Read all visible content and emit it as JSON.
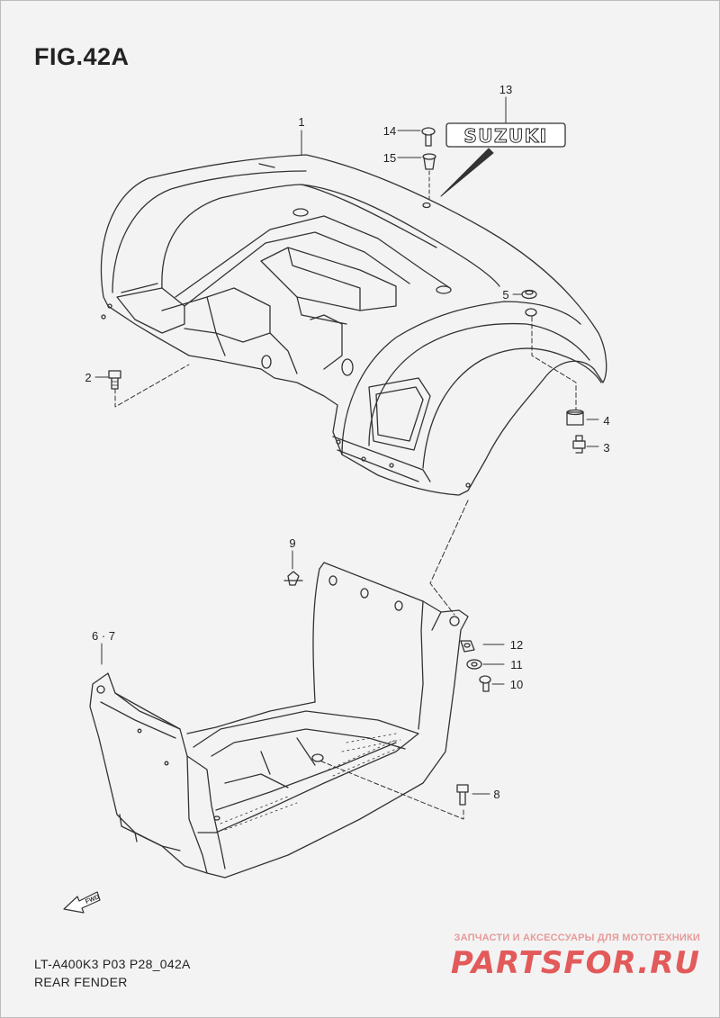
{
  "figure": {
    "title": "FIG.42A"
  },
  "emblem_text": "SUZUKI",
  "fwd_label": "FWD",
  "callouts": [
    {
      "id": "c1",
      "label": "1"
    },
    {
      "id": "c2",
      "label": "2"
    },
    {
      "id": "c3",
      "label": "3"
    },
    {
      "id": "c4",
      "label": "4"
    },
    {
      "id": "c5",
      "label": "5"
    },
    {
      "id": "c67",
      "label": "6 · 7"
    },
    {
      "id": "c8",
      "label": "8"
    },
    {
      "id": "c9",
      "label": "9"
    },
    {
      "id": "c10",
      "label": "10"
    },
    {
      "id": "c11",
      "label": "11"
    },
    {
      "id": "c12",
      "label": "12"
    },
    {
      "id": "c13",
      "label": "13"
    },
    {
      "id": "c14",
      "label": "14"
    },
    {
      "id": "c15",
      "label": "15"
    }
  ],
  "footer": {
    "model_code": "LT-A400K3 P03 P28_042A",
    "part_name": "REAR FENDER"
  },
  "watermark": {
    "tagline": "ЗАПЧАСТИ И АКСЕССУАРЫ ДЛЯ МОТОТЕХНИКИ",
    "logo": "PARTSFOR.RU"
  }
}
